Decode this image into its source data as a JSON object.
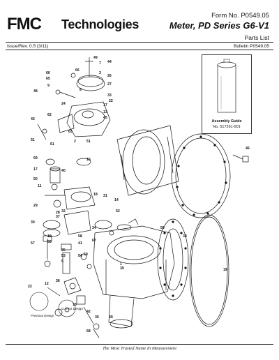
{
  "header": {
    "logo_mark": "FMC",
    "logo_text": "Technologies",
    "form_no": "Form No. P0549.05",
    "title": "Meter, PD Series G6-V1",
    "subtitle": "Parts List",
    "issue": "Issue/Rev. 0.5 (3/11)",
    "bulletin": "Bulletin P0549.05"
  },
  "assembly_guide": {
    "title": "Assembly Guide",
    "number": "No. 517261-001"
  },
  "callouts": [
    "49",
    "7",
    "44",
    "66",
    "60",
    "65",
    "3",
    "9",
    "26",
    "48",
    "27",
    "8",
    "33",
    "22",
    "24",
    "17",
    "13",
    "62",
    "45",
    "43",
    "63",
    "2",
    "51",
    "51",
    "61",
    "46",
    "69",
    "16",
    "17",
    "40",
    "50",
    "11",
    "18",
    "31",
    "29",
    "14",
    "32",
    "28",
    "30",
    "52",
    "37",
    "34",
    "67",
    "55",
    "58",
    "10",
    "41",
    "56",
    "25",
    "53",
    "54",
    "57",
    "5",
    "59",
    "38",
    "19",
    "22",
    "12",
    "36",
    "15",
    "42",
    "35",
    "68",
    "39",
    "1",
    "39"
  ],
  "notes": {
    "previous": "Previous Design",
    "current": "Current Design"
  },
  "footer": {
    "tagline": "The Most Trusted Name In Measurement"
  }
}
